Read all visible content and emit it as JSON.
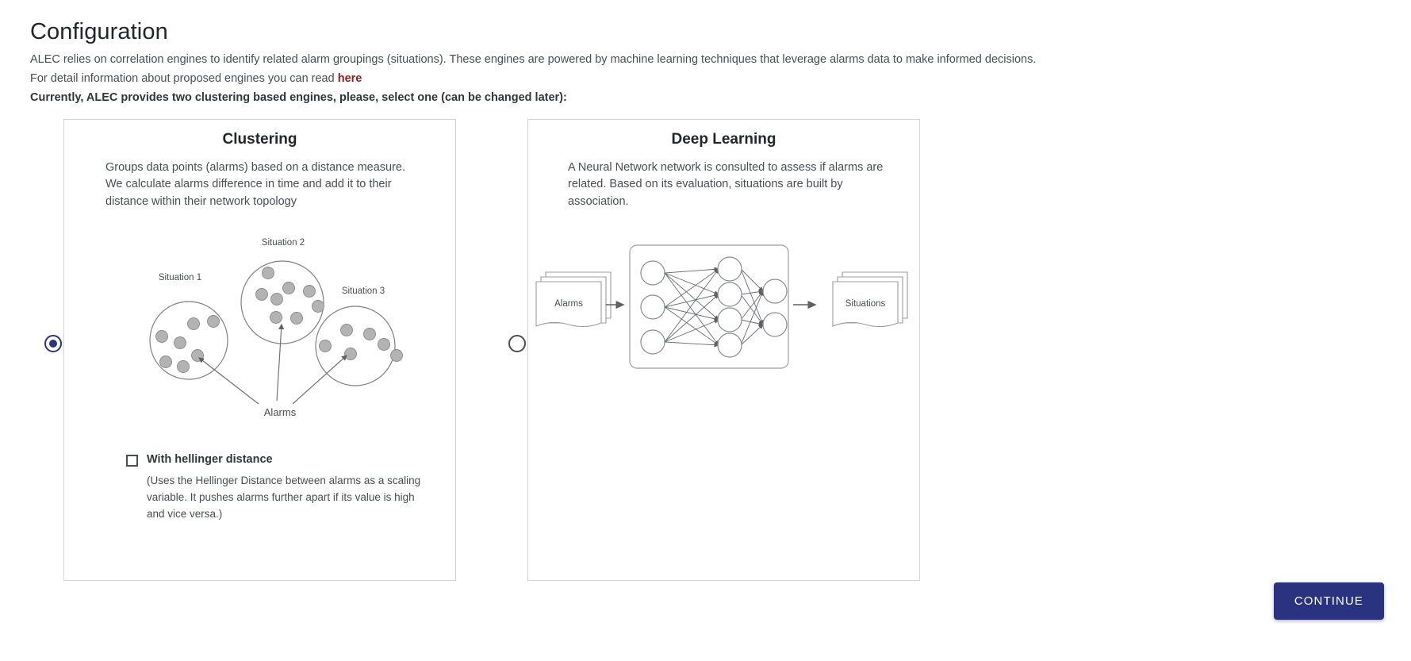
{
  "page": {
    "title": "Configuration",
    "intro_line_1": "ALEC relies on correlation engines to identify related alarm groupings (situations). These engines are powered by machine learning techniques that leverage alarms data to make informed decisions.",
    "intro_line_2_prefix": "For detail information about proposed engines you can read ",
    "intro_link_label": "here",
    "intro_line_3": "Currently, ALEC provides two clustering based engines, please, select one (can be changed later):"
  },
  "colors": {
    "accent": "#2a3380",
    "link": "#8c2020",
    "text": "#4a4d55",
    "heading": "#23252b",
    "card_border": "#d2d4d8",
    "diagram_stroke": "#7f8186",
    "diagram_node_fill": "#b3b3b3"
  },
  "options": [
    {
      "id": "clustering",
      "title": "Clustering",
      "description": "Groups data points (alarms) based on a distance measure. We calculate alarms difference in time and add it to their distance within their network topology",
      "selected": true,
      "diagram": {
        "type": "clustering",
        "labels": [
          "Situation 1",
          "Situation 2",
          "Situation 3",
          "Alarms"
        ]
      },
      "hellinger": {
        "checked": false,
        "label": "With hellinger distance",
        "note": "(Uses the Hellinger Distance between alarms as a scaling variable. It pushes alarms further apart if its value is high and vice versa.)"
      }
    },
    {
      "id": "deep-learning",
      "title": "Deep Learning",
      "description": "A Neural Network network is consulted to assess if alarms are related. Based on its evaluation, situations are built by association.",
      "selected": false,
      "diagram": {
        "type": "neural-network",
        "input_label": "Alarms",
        "output_label": "Situations"
      }
    }
  ],
  "footer": {
    "continue_label": "CONTINUE"
  }
}
